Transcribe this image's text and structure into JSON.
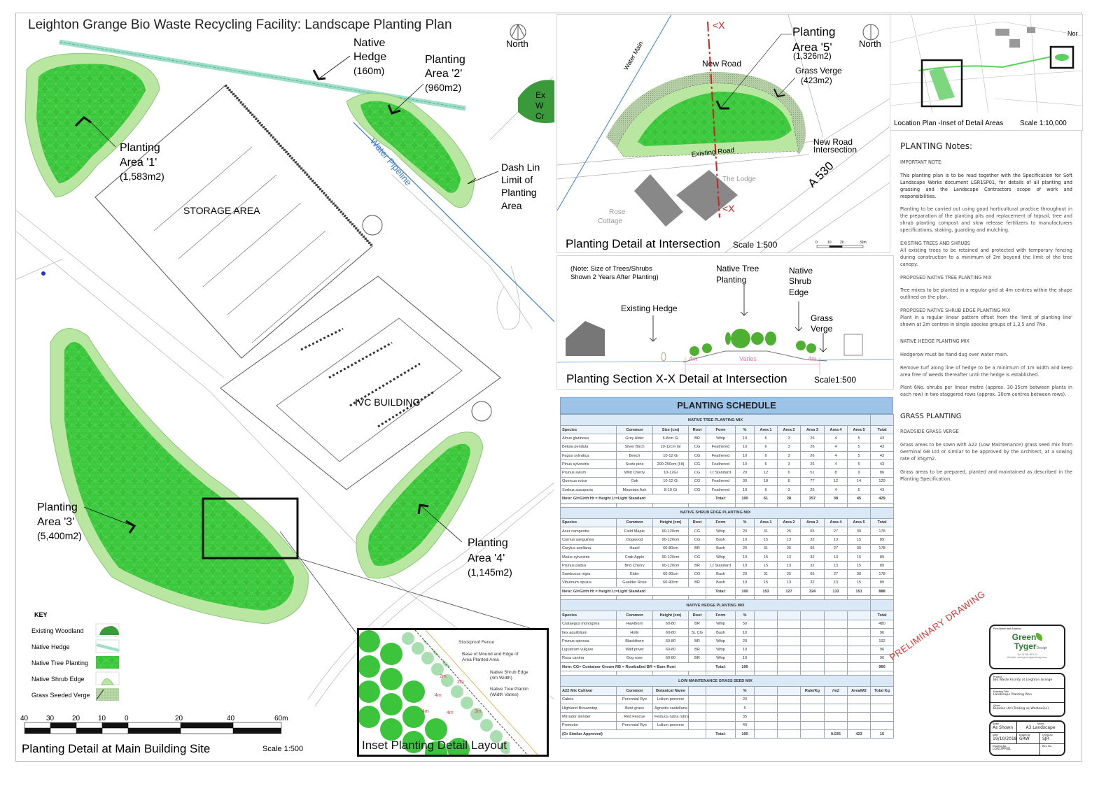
{
  "main_plan": {
    "title": "Leighton Grange Bio Waste Recycling Facility: Landscape Planting Plan",
    "north": "North",
    "labels": {
      "hedge": [
        "Native",
        "Hedge",
        "(160m)"
      ],
      "area2": [
        "Planting",
        "Area '2'",
        "(960m2)"
      ],
      "area1": [
        "Planting",
        "Area '1'",
        "(1,583m2)"
      ],
      "area3": [
        "Planting",
        "Area '3'",
        "(5,400m2)"
      ],
      "area4": [
        "Planting",
        "Area '4'",
        "(1,145m2)"
      ],
      "dash": [
        "Dash Lin",
        "Limit of",
        "Planting",
        "Area"
      ],
      "storage": "STORAGE AREA",
      "ivc": "IVC BUILDING",
      "pipeline": "Water Pipeline",
      "woodland_cut": [
        "Ex",
        "W",
        "Cr"
      ]
    },
    "key": {
      "title": "KEY",
      "items": [
        {
          "label": "Existing Woodland",
          "icon": "existing-woodland-swatch"
        },
        {
          "label": "Native Hedge",
          "icon": "native-hedge-swatch"
        },
        {
          "label": "Native Tree Planting",
          "icon": "native-tree-swatch"
        },
        {
          "label": "Native Shrub Edge",
          "icon": "native-shrub-swatch"
        },
        {
          "label": "Grass Seeded Verge",
          "icon": "grass-verge-swatch"
        }
      ]
    },
    "scale_bar": [
      "40",
      "30",
      "20",
      "10",
      "0",
      "20",
      "40",
      "60m"
    ],
    "footer_title": "Planting Detail at Main Building Site",
    "footer_scale": "Scale 1:500"
  },
  "inset": {
    "title": "Inset Planting Detail Layout",
    "labels": [
      "Stockproof Fence",
      "Base of Mound and Edge of",
      "Area Planted Area",
      "Native Shrub Edge",
      "(4m Width)",
      "Native Tree Plantin",
      "(Width Varies)"
    ],
    "dims": [
      "2m",
      "2m",
      "4m",
      "4m",
      "4m",
      "3m"
    ]
  },
  "intersection": {
    "title": "Planting Detail at Intersection",
    "scale": "Scale 1:500",
    "section_marks": [
      "<X",
      "<X"
    ],
    "labels": {
      "area5": [
        "Planting",
        "Area '5'",
        "(1,326m2)"
      ],
      "north": "North",
      "new_road": "New Road",
      "grass_verge": [
        "Grass Verge",
        "(423m2)"
      ],
      "water_main": "Water Main",
      "existing_road": "Existing Road",
      "intersection": [
        "New Road",
        "Intersection"
      ],
      "a530": "A 530",
      "lodge": "The Lodge",
      "rose": [
        "Rose",
        "Cottage"
      ]
    },
    "scale_ticks": [
      "0",
      "10",
      "20",
      "32m"
    ]
  },
  "section": {
    "note": [
      "(Note: Size of Trees/Shrubs",
      "Shown 2 Years After Planting)"
    ],
    "labels": {
      "tree": [
        "Native Tree",
        "Planting"
      ],
      "shrub": [
        "Native",
        "Shrub",
        "Edge"
      ],
      "hedge": "Existing Hedge",
      "verge": [
        "Grass",
        "Verge"
      ]
    },
    "dims": [
      "4m",
      "Varies",
      "4m"
    ],
    "title": "Planting Section X-X Detail at Intersection",
    "scale": "Scale1:500"
  },
  "location_plan": {
    "caption": "Location Plan -Inset of Detail Areas",
    "scale": "Scale 1:10,000",
    "north": "Nor"
  },
  "schedule": {
    "title": "PLANTING SCHEDULE",
    "sections": [
      {
        "title": "NATIVE TREE PLANTING MIX",
        "headers": [
          "Species",
          "Common",
          "Size (cm)",
          "Root",
          "Form",
          "%",
          "Area 1",
          "Area 2",
          "Area 3",
          "Area 4",
          "Area 5",
          "Total"
        ],
        "rows": [
          [
            "Alnus glutinosa",
            "Grey Alder",
            "6-8cm Gi",
            "BR",
            "Whip",
            "10",
            "6",
            "3",
            "26",
            "4",
            "5",
            "43"
          ],
          [
            "Betula pendula",
            "Silver Birch",
            "10-12cm Gi",
            "CG",
            "Feathered",
            "10",
            "6",
            "3",
            "26",
            "4",
            "5",
            "43"
          ],
          [
            "Fagus sylvatica",
            "Beech",
            "10-12 Gi",
            "CG",
            "Feathered",
            "10",
            "6",
            "3",
            "26",
            "4",
            "5",
            "43"
          ],
          [
            "Pinus sylvestris",
            "Scots pine",
            "200-250cm (Ht)",
            "CG",
            "Feathered",
            "10",
            "6",
            "3",
            "26",
            "4",
            "5",
            "43"
          ],
          [
            "Prunus avium",
            "Wild Cherry",
            "10-12Gi",
            "CG",
            "Lt Standard",
            "20",
            "12",
            "6",
            "51",
            "8",
            "9",
            "86"
          ],
          [
            "Quercus robur",
            "Oak",
            "10-12 Gi",
            "CG",
            "Feathered",
            "30",
            "18",
            "8",
            "77",
            "12",
            "14",
            "129"
          ],
          [
            "Sorbus aucuparia",
            "Mountain Ash",
            "8-10 Gi",
            "CG",
            "Feathered",
            "10",
            "6",
            "3",
            "26",
            "4",
            "5",
            "43"
          ]
        ],
        "footer": {
          "note": "Note: GI=Girth   Ht = Height  Lt=Light Standard",
          "total_label": "Total:",
          "values": [
            "100",
            "61",
            "28",
            "257",
            "38",
            "45",
            "429"
          ]
        }
      },
      {
        "title": "NATIVE SHRUB EDGE PLANTING MIX",
        "headers": [
          "Species",
          "Common",
          "Height (cm)",
          "Root",
          "Form",
          "%",
          "Area 1",
          "Area 2",
          "Area 3",
          "Area 4",
          "Area 5",
          "Total"
        ],
        "rows": [
          [
            "Acer campestre",
            "Field Maple",
            "90-120cm",
            "CG",
            "Whip",
            "20",
            "31",
            "25",
            "65",
            "27",
            "30",
            "178"
          ],
          [
            "Cornus sanguinea",
            "Dogwood",
            "90-120cm",
            "CG",
            "Bush",
            "10",
            "15",
            "13",
            "32",
            "13",
            "15",
            "89"
          ],
          [
            "Corylus avellana",
            "Hazel",
            "60-80cm",
            "BR",
            "Bush",
            "20",
            "31",
            "25",
            "65",
            "27",
            "30",
            "178"
          ],
          [
            "Malus sylvestris",
            "Crab Apple",
            "90-120cm",
            "CG",
            "Whip",
            "10",
            "15",
            "13",
            "32",
            "13",
            "15",
            "89"
          ],
          [
            "Prunus padus",
            "Bird Cherry",
            "90-120cm",
            "BR",
            "Lt Standard",
            "10",
            "15",
            "13",
            "32",
            "13",
            "15",
            "89"
          ],
          [
            "Sambucus nigra",
            "Elder",
            "60-90cm",
            "CG",
            "Bush",
            "20",
            "31",
            "25",
            "65",
            "27",
            "30",
            "178"
          ],
          [
            "Viburnum opulus",
            "Guelder Rose",
            "60-90cm",
            "BR",
            "Bush",
            "10",
            "15",
            "13",
            "32",
            "13",
            "15",
            "89"
          ]
        ],
        "footer": {
          "note": "Note: GI=Girth   Ht = Height  Lt=Light Standard",
          "total_label": "Total:",
          "values": [
            "100",
            "153",
            "127",
            "324",
            "133",
            "151",
            "888"
          ]
        }
      },
      {
        "title": "NATIVE HEDGE PLANTING MIX",
        "headers": [
          "Species",
          "Common",
          "Height (cm)",
          "Root",
          "Form",
          "%",
          "",
          "",
          "",
          "",
          "",
          "Total"
        ],
        "rows": [
          [
            "Crataegus monogyna",
            "Hawthorn",
            "60-80",
            "BR",
            "Whip",
            "50",
            "",
            "",
            "",
            "",
            "",
            "480"
          ],
          [
            "Ilex aquifolium",
            "Holly",
            "60-80",
            "5L CG",
            "Bush",
            "10",
            "",
            "",
            "",
            "",
            "",
            "96"
          ],
          [
            "Prunus spinosa",
            "Blackthorn",
            "60-80",
            "BR",
            "Whip",
            "20",
            "",
            "",
            "",
            "",
            "",
            "192"
          ],
          [
            "Ligustrum vulgare",
            "Wild privet",
            "60-80",
            "BR",
            "Whip",
            "10",
            "",
            "",
            "",
            "",
            "",
            "96"
          ],
          [
            "Rosa canina",
            "Dog rose",
            "60-80",
            "BR",
            "Whip",
            "10",
            "",
            "",
            "",
            "",
            "",
            "96"
          ]
        ],
        "footer": {
          "note": "Note: CG= Container Grown   RB = Rootballed   BR = Bare Root",
          "total_label": "Total:",
          "values": [
            "100",
            "",
            "",
            "",
            "",
            "",
            "960"
          ]
        }
      },
      {
        "title": "LOW MAINTENANCE GRASS SEED MIX",
        "headers": [
          "A22 Mix Cultivar",
          "Common",
          "Botanical   Name",
          "",
          "",
          "%",
          "",
          "",
          "Rate/Kg",
          "/m2",
          "Area/M2",
          "Total Kg"
        ],
        "rows": [
          [
            "Cabrio",
            "Perennial Rye",
            "Lolium perenne",
            "",
            "",
            "20",
            "",
            "",
            "",
            "",
            "",
            ""
          ],
          [
            "Highland Brouwntop",
            "Bent grass",
            "Agrostis castellana",
            "",
            "",
            "5",
            "",
            "",
            "",
            "",
            "",
            ""
          ],
          [
            "Mirrador slender",
            "Red Fescue",
            "Festuca rubra rubra",
            "",
            "",
            "35",
            "",
            "",
            "",
            "",
            "",
            ""
          ],
          [
            "Promotor",
            "Perennial Rye",
            "Lolium perenne",
            "",
            "",
            "40",
            "",
            "",
            "",
            "",
            "",
            ""
          ]
        ],
        "footer": {
          "note": "(Or Similar Approved)",
          "total_label": "Total:",
          "values": [
            "100",
            "",
            "",
            "",
            "0.035",
            "423",
            "15"
          ]
        }
      }
    ]
  },
  "notes": {
    "title": "PLANTING Notes:",
    "important": "IMPORTANT NOTE:",
    "p1": "This planting plan is to be read together with the Specification for Soft Landscape Works document LGR1SP01, for details of all planting and grassing and the Landscape Contractors scope of work and responsibilities.",
    "p2": "Planting to be carried out using good horticultural practice throughout in the preparation of the planting pits and replacement of topsoil, tree and shrub planting compost and slow release fertilizers to manufacturers specifications, staking, guarding and mulching.",
    "existing_h": "EXISTING TREES AND SHRUBS",
    "existing_p": "All existing trees to be retained and protected with temporary fencing during construction to a minimum of 2m beyond the limit of the tree canopy.",
    "tree_h": "PROPOSED NATIVE TREE PLANTING MIX",
    "tree_p": "Tree mixes to be planted in a regular grid at 4m centres within the shape outlined on the plan.",
    "shrub_h": "PROPOSED NATIVE SHRUB EDGE PLANTING MIX",
    "shrub_p": "Plant in a regular linear pattern offset from the 'limit of planting line' shown at 2m centres in single species groups of 1,3,5 and 7No.",
    "hedge_h": "NATIVE HEDGE PLANTING MIX",
    "hedge_p1": "Hedgerow must be hand dug over water main.",
    "hedge_p2": "Remove turf along line of hedge to be a minimum of 1m width and keep area free of weeds thereafter until the hedge is established.",
    "hedge_p3": "Plant 6No. shrubs per linear metre (approx. 30-35cm between plants in each row) in two staggered rows (approx. 30cm centres between rows).",
    "grass_title": "GRASS PLANTING",
    "verge_h": "ROADSIDE GRASS VERGE",
    "verge_p1": "Grass areas to be sown with A22 (Low Maintenance) grass seed mix from Germinal GB Ltd or similar to be approved by the Architect, at a sowing rate of 35g/m2.",
    "verge_p2": "Grass areas to be prepared, planted and maintained as described in the Planting Specification."
  },
  "stamp": "PRELIMINARY DRAWING",
  "title_block": {
    "firm_label": "Firm Name and Address",
    "logo_text": [
      "Green",
      "Tyger",
      "Design"
    ],
    "firm_tel": "Tel. 01788 551103",
    "firm_web": "Website: www.greentygerdesign.com",
    "project_label": "Project",
    "project": "Bio Waste Facility at Leighton Grange",
    "drawing_label": "Drawing Title",
    "drawing": "Landscape Planting Plan",
    "client_label": "Client",
    "client": "Biowise Ltd (Trading as Wastewise)",
    "scale_label": "Scale",
    "scale": "As Shown",
    "sheet_label": "Sheet",
    "sheet": "A3 Landscape",
    "date_label": "Date",
    "date": "19/10/2018",
    "drawn_label": "Drawn by",
    "drawn": "GRW",
    "checked_label": "Checked",
    "checked": "SJR",
    "number_label": "Drawing No.",
    "number": "LGR1/PP/01",
    "rev_label": "Rev. No."
  },
  "colors": {
    "tree_green": "#3cc43c",
    "shrub_green": "#b9e6a0",
    "verge": "#9fc98a",
    "hedge": "#9edfc9",
    "section_line": "#d21e1e",
    "pipeline": "#3a7bd5",
    "schedule_header": "#9dc3e6",
    "stamp": "#e03030"
  }
}
